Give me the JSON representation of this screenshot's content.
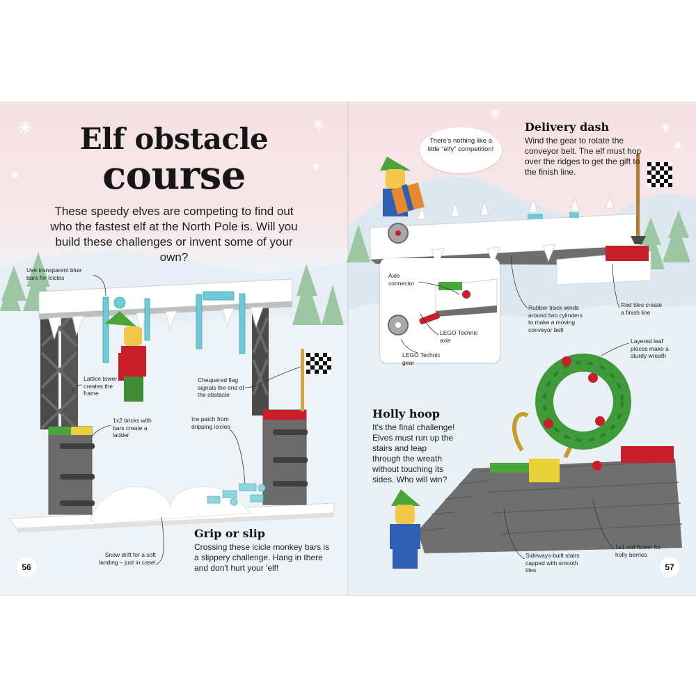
{
  "title": {
    "line1": "Elf obstacle",
    "line2": "course"
  },
  "intro": "These speedy elves are competing to find out who the fastest elf at the North Pole is. Will you build these challenges or invent some of your own?",
  "speech_bubble": "There's nothing like a little “elfy” competition!",
  "sections": {
    "delivery_dash": {
      "heading": "Delivery dash",
      "body": "Wind the gear to rotate the conveyor belt. The elf must hop over the ridges to get the gift to the finish line."
    },
    "grip_or_slip": {
      "heading": "Grip or slip",
      "body": "Crossing these icicle monkey bars is a slippery challenge. Hang in there and don't hurt your 'elf!"
    },
    "holly_hoop": {
      "heading": "Holly hoop",
      "body": "It's the final challenge! Elves must run up the stairs and leap through the wreath without touching its sides. Who will win?"
    }
  },
  "annotations": {
    "transparent_bars": "Use transparent blue bars for icicles",
    "lattice_tower": "Lattice tower creates the frame",
    "bricks_ladder": "1x2 bricks with bars create a ladder",
    "chequered_flag": "Chequered flag signals the end of the obstacle",
    "ice_patch": "Ice patch from dripping icicles",
    "snow_drift": "Snow drift for a soft landing – just in case!",
    "axle_connector": "Axle connector",
    "technic_axle": "LEGO Technic axle",
    "technic_gear": "LEGO Technic gear",
    "rubber_track": "Rubber track winds around two cylinders to make a moving conveyor belt",
    "red_tiles": "Red tiles create a finish line",
    "layered_leaf": "Layered leaf pieces make a sturdy wreath",
    "stairs": "Sideways-built stairs capped with smooth tiles",
    "red_flower": "1x1 red flower for holly berries"
  },
  "page_numbers": {
    "left": "56",
    "right": "57"
  },
  "colors": {
    "sky_pink": "#f5e1e3",
    "snow": "#f3f6fa",
    "tree_green": "#9dc7a2",
    "lego_grey": "#6e6e6e",
    "elf_green": "#4aa63a",
    "ice_blue": "#6ecad6",
    "finish_red": "#c8202a"
  }
}
